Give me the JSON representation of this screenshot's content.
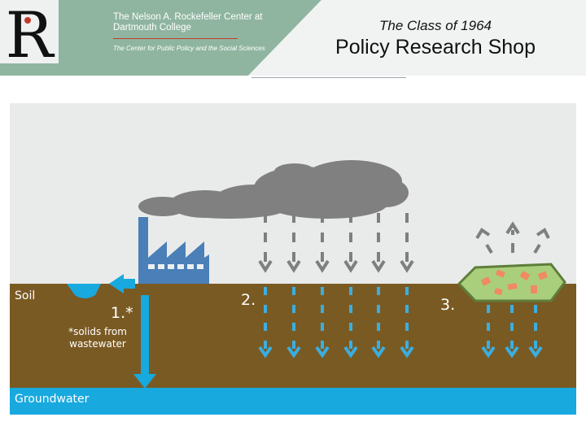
{
  "header": {
    "institution": "The Nelson A. Rockefeller Center at Dartmouth College",
    "center": "The Center for Public Policy and the Social Sciences",
    "class_title": "The Class of 1964",
    "shop_title": "Policy Research Shop",
    "logo_letter": "R"
  },
  "diagram": {
    "soil_label": "Soil",
    "groundwater_label": "Groundwater",
    "marker_1": "1.*",
    "note_1": "*solids from wastewater",
    "marker_2": "2.",
    "marker_3": "3."
  },
  "colors": {
    "header_band": "#8fb5a0",
    "sky": "#e9ebea",
    "soil": "#7a5a23",
    "groundwater": "#18a9df",
    "arrow": "#3aaee0",
    "smoke": "#7f7f7f",
    "factory": "#4a7fb8",
    "landfill": "#a9cf7d"
  }
}
